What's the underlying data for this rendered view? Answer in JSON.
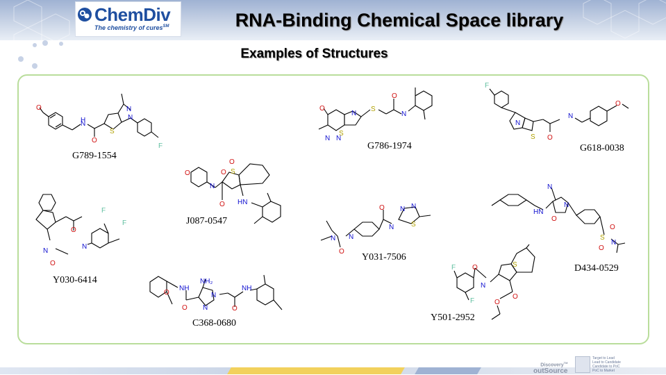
{
  "header": {
    "logo_name": "ChemDiv",
    "logo_tagline": "The chemistry of cures",
    "logo_tagline_mark": "SM",
    "title": "RNA-Binding Chemical Space library",
    "subtitle": "Examples of Structures"
  },
  "compounds": [
    {
      "id": "G789-1554"
    },
    {
      "id": "G786-1974"
    },
    {
      "id": "G618-0038"
    },
    {
      "id": "J087-0547"
    },
    {
      "id": "Y030-6414"
    },
    {
      "id": "Y031-7506"
    },
    {
      "id": "D434-0529"
    },
    {
      "id": "C368-0680"
    },
    {
      "id": "Y501-2952"
    }
  ],
  "footer": {
    "brand_discovery": "Discovery",
    "brand_outsource": "outSource",
    "brand_tm": "TM",
    "brand_lines": [
      "Target to Lead",
      "Lead to Candidate",
      "Candidate to PoC",
      "PoC to Market"
    ]
  },
  "colors": {
    "panel_border": "#b9dd9b",
    "bond": "#000000",
    "nitrogen": "#1010d0",
    "oxygen": "#d01010",
    "sulfur": "#b0a000",
    "fluorine": "#5fbf9f"
  }
}
